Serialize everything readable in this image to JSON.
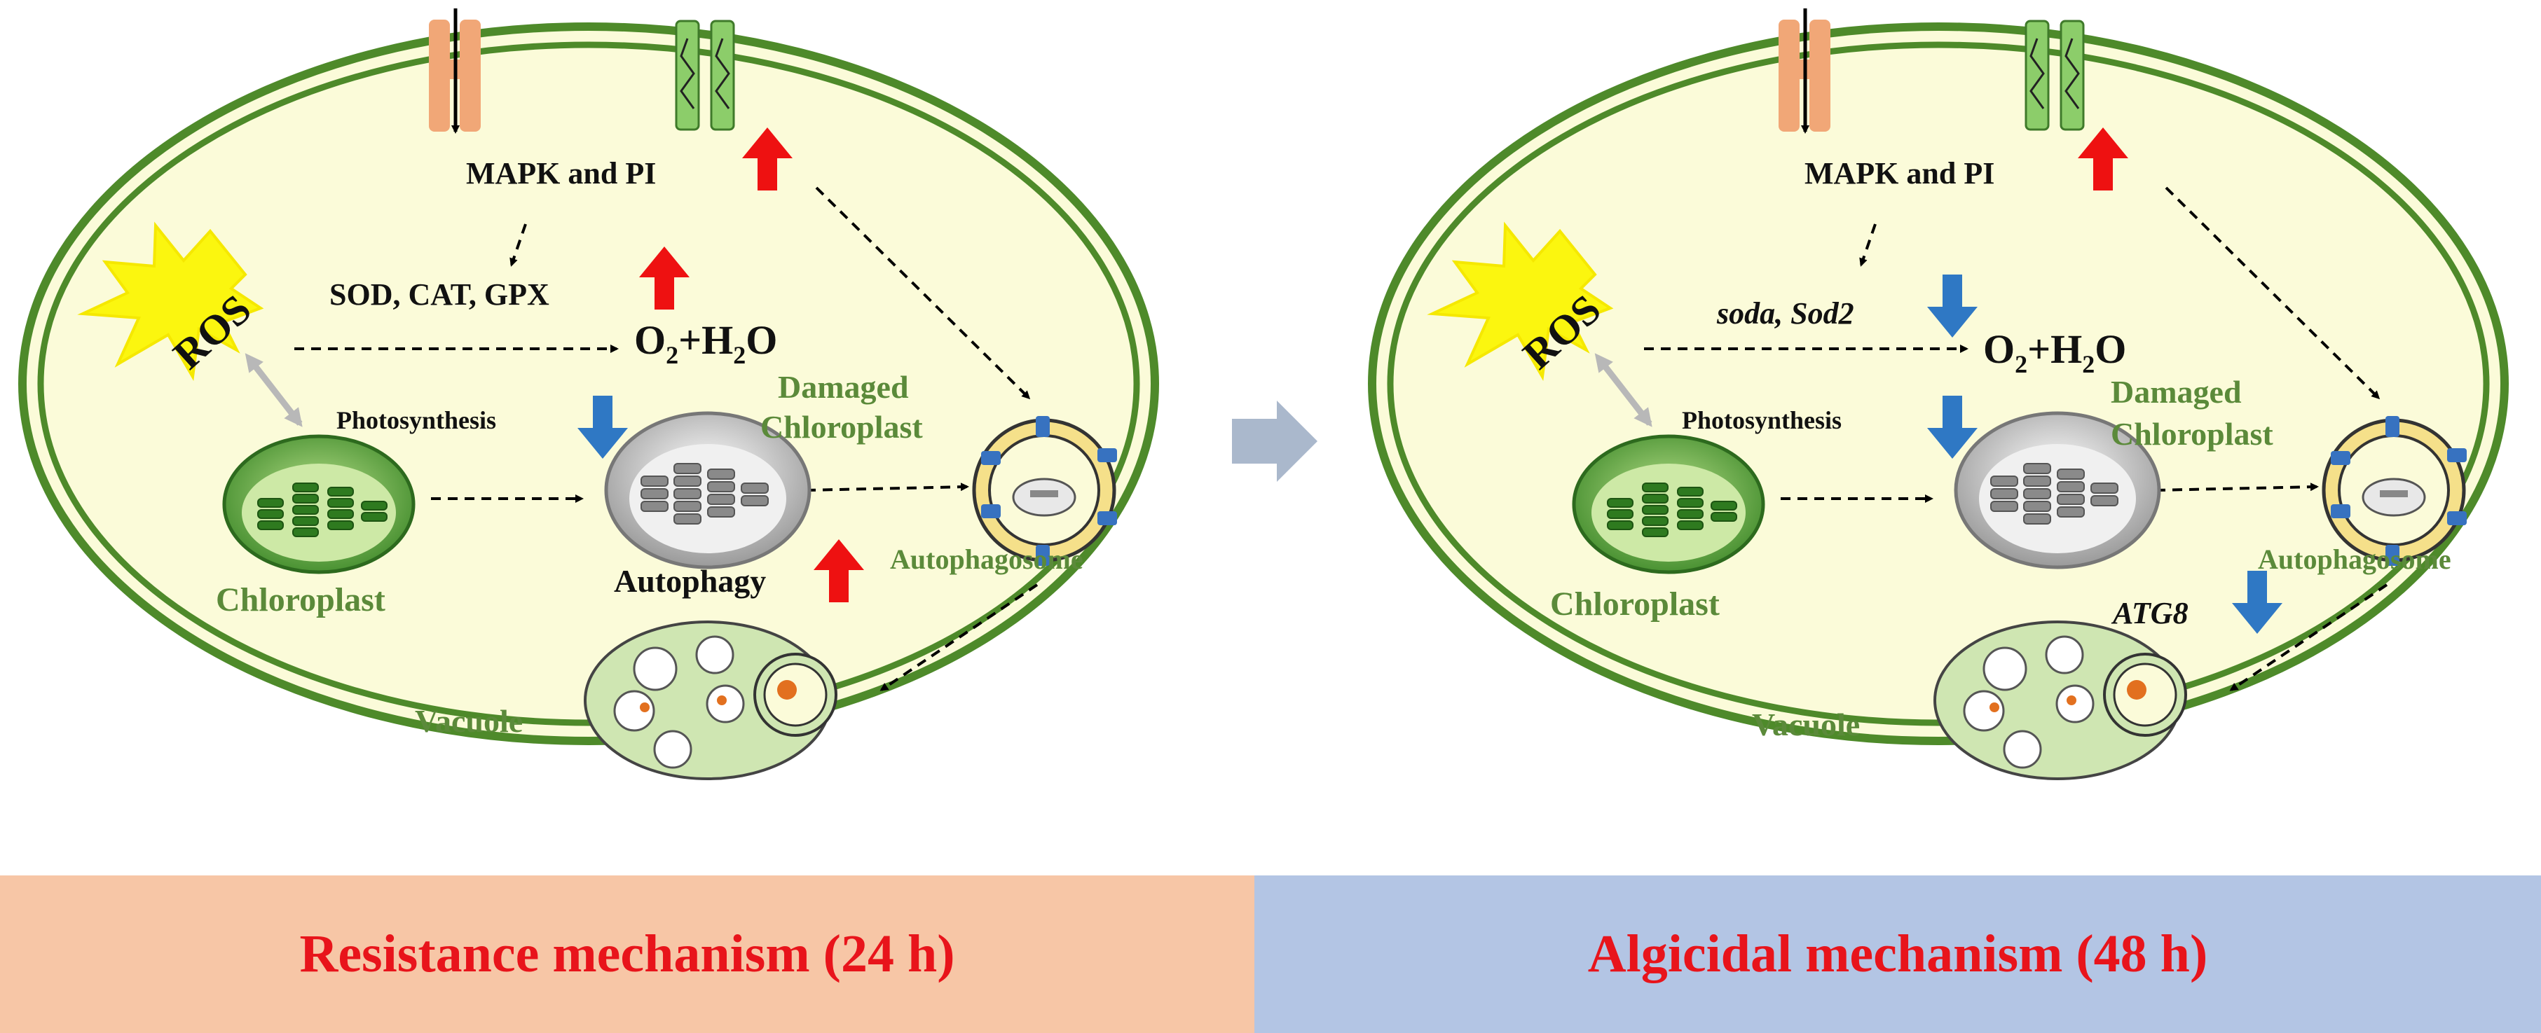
{
  "panels": [
    {
      "membrane_signal": "MAPK and PI",
      "antioxidant": "SOD, CAT, GPX",
      "antioxidant_trend": "up",
      "ros": "ROS",
      "product": {
        "main": "O",
        "sub": "2",
        "mid": "+H",
        "sub2": "2",
        "end": "O"
      },
      "photosynthesis": "Photosynthesis",
      "damaged_line1": "Damaged",
      "damaged_line2": "Chloroplast",
      "chloroplast": "Chloroplast",
      "autophagy": "Autophagy",
      "autophagy_trend": "up",
      "autophagosome": "Autophagosome",
      "vacuole": "Vacuole"
    },
    {
      "membrane_signal": "MAPK and PI",
      "antioxidant": "soda, Sod2",
      "antioxidant_trend": "down",
      "ros": "ROS",
      "product": {
        "main": "O",
        "sub": "2",
        "mid": "+H",
        "sub2": "2",
        "end": "O"
      },
      "photosynthesis": "Photosynthesis",
      "damaged_line1": "Damaged",
      "damaged_line2": "Chloroplast",
      "chloroplast": "Chloroplast",
      "autophagy": "ATG8",
      "autophagy_trend": "down",
      "autophagosome": "Autophagosome",
      "vacuole": "Vacuole"
    }
  ],
  "bottom": {
    "left_label": "Resistance mechanism (24 h)",
    "right_label": "Algicidal mechanism (48 h)"
  },
  "colors": {
    "cell_fill": "#fbfbd9",
    "cell_border": "#4e8a2a",
    "label_green": "#5b8a3a",
    "up_arrow": "#ee1111",
    "down_arrow": "#2f78c4",
    "left_bar": "#f7c6a6",
    "right_bar": "#b3c5e4",
    "transition_arrow": "#aab8cc"
  }
}
